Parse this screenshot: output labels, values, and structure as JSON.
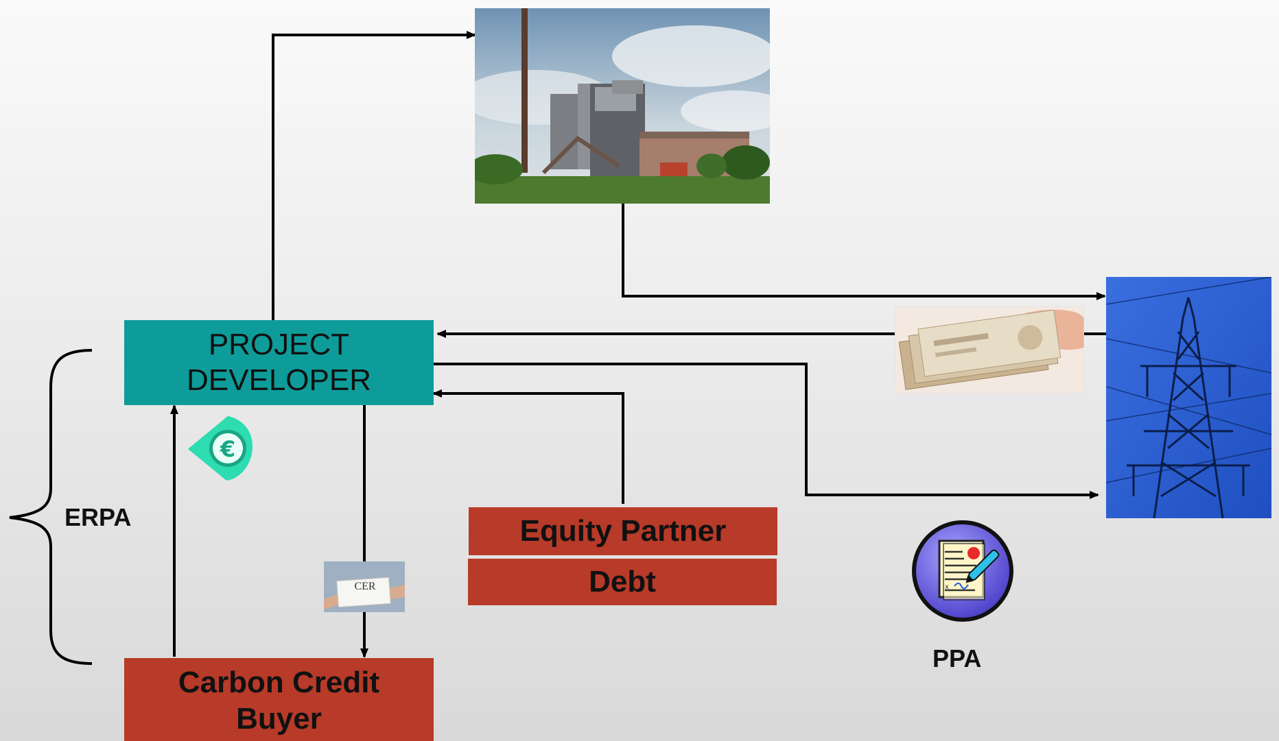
{
  "nodes": {
    "project_developer": "PROJECT\nDEVELOPER",
    "carbon_credit_buyer": "Carbon Credit\nBuyer",
    "equity_partner": "Equity Partner",
    "debt": "Debt"
  },
  "labels": {
    "erpa": "ERPA",
    "ppa": "PPA",
    "cer_note": "CER"
  },
  "icons": {
    "power_plant": "power-plant-photo",
    "transmission": "transmission-tower-photo",
    "money": "rupee-banknotes-photo",
    "euro": "euro-banknote-icon",
    "contract": "signed-contract-icon"
  },
  "colors": {
    "teal": "#0e9c9a",
    "red": "#b83a28",
    "euro_green": "#2ddcb0",
    "sky_blue": "#2a5fd0",
    "contract_purple": "#5b4fd6"
  }
}
